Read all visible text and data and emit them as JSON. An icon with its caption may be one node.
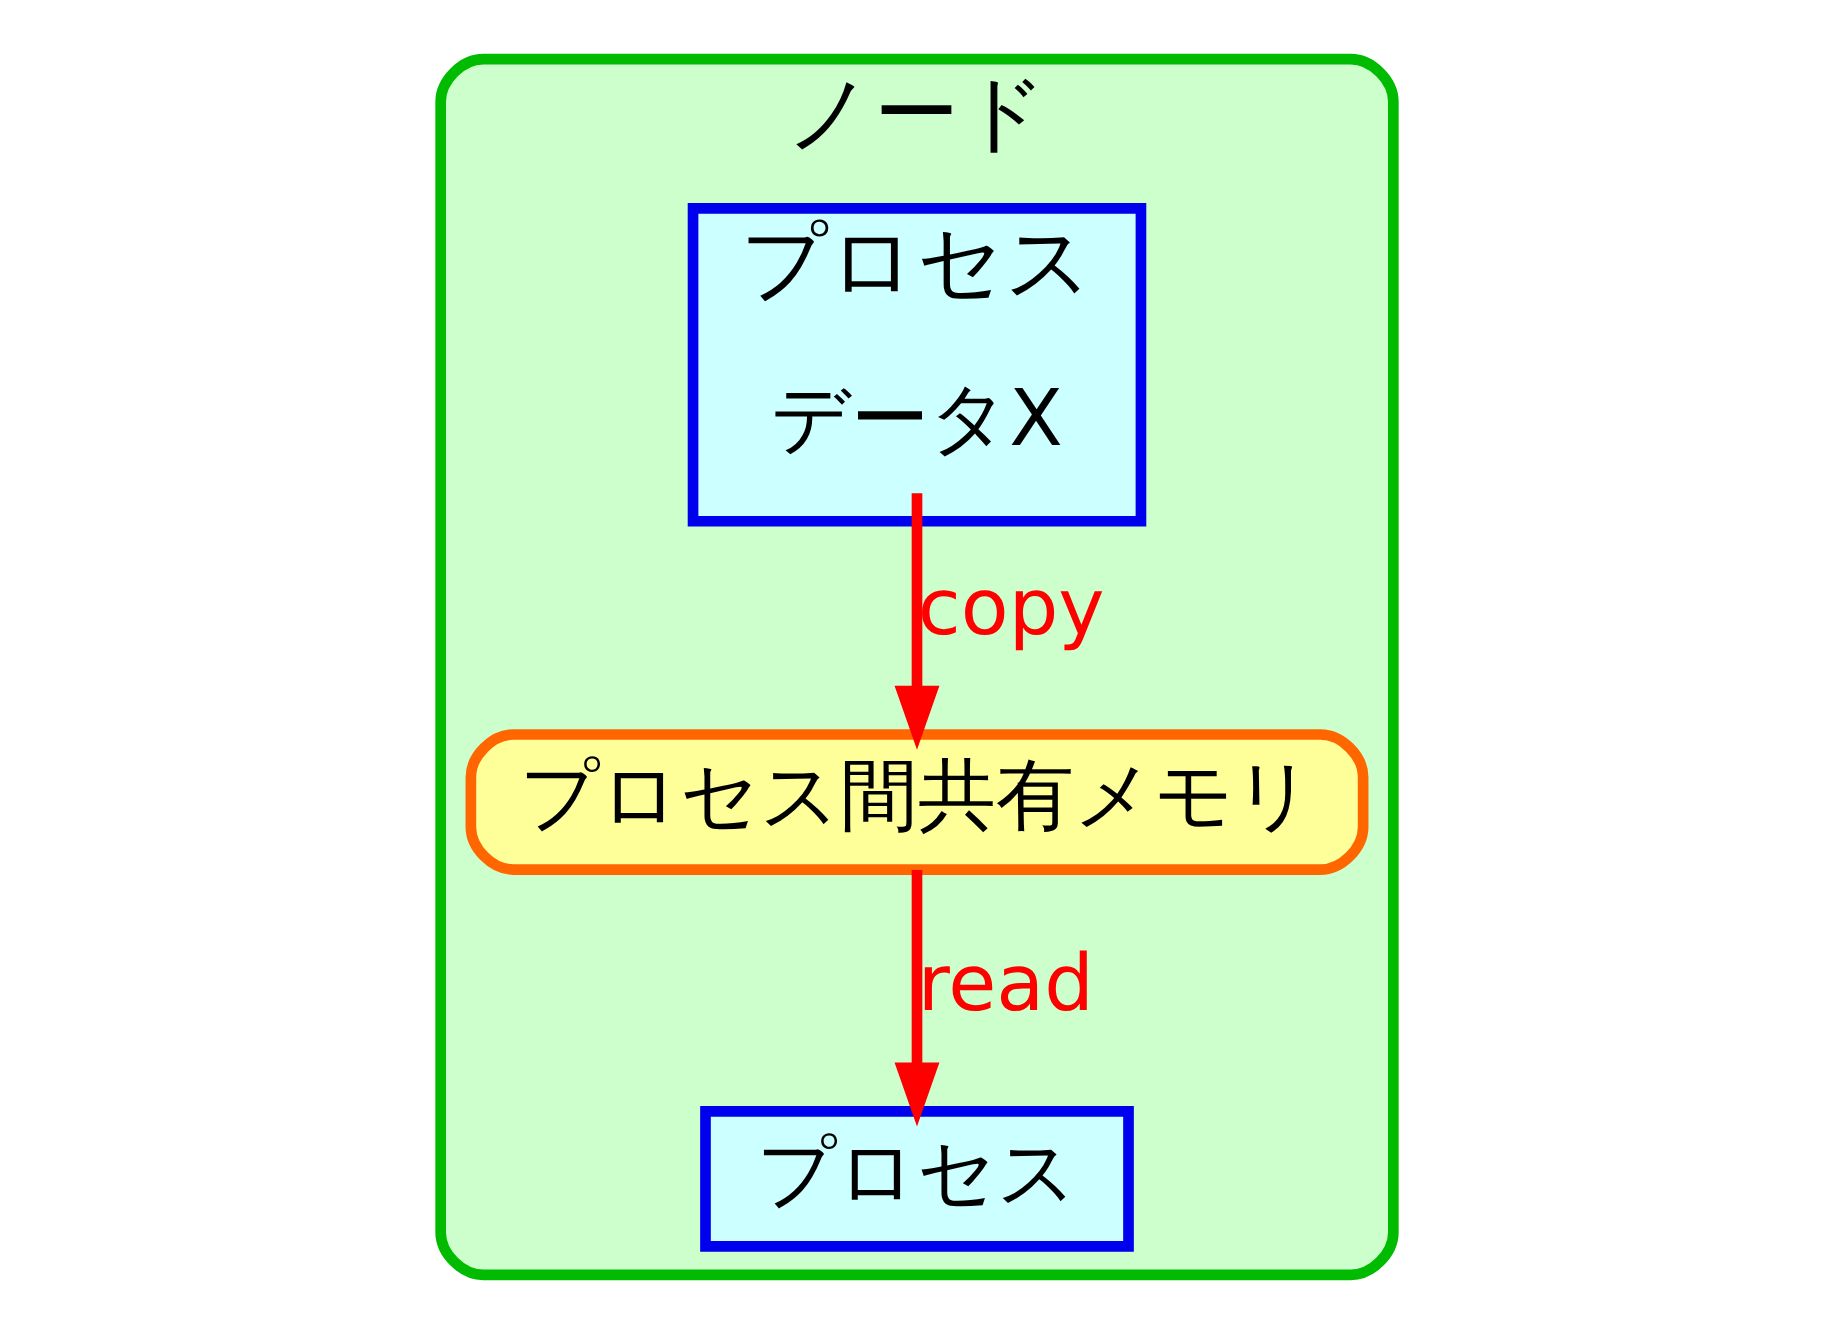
{
  "diagram": {
    "nodes": [
      {
        "text": [
          "ノード"
        ]
      },
      {
        "text": [
          "プロセス"
        ],
        "in": 0
      },
      {
        "text": [
          "データX"
        ],
        "in": 1
      },
      {
        "text": [
          "プロセス"
        ],
        "in": 0
      },
      {
        "text": [
          "プロセス間共有メモリ"
        ],
        "in": 0
      }
    ],
    "edges": [
      {
        "from": 2,
        "to": 4,
        "arrow": "to",
        "label": "copy",
        "color": "#ff0000"
      },
      {
        "from": 4,
        "to": 3,
        "arrow": "to",
        "label": "read",
        "color": "#ff0000"
      }
    ]
  }
}
